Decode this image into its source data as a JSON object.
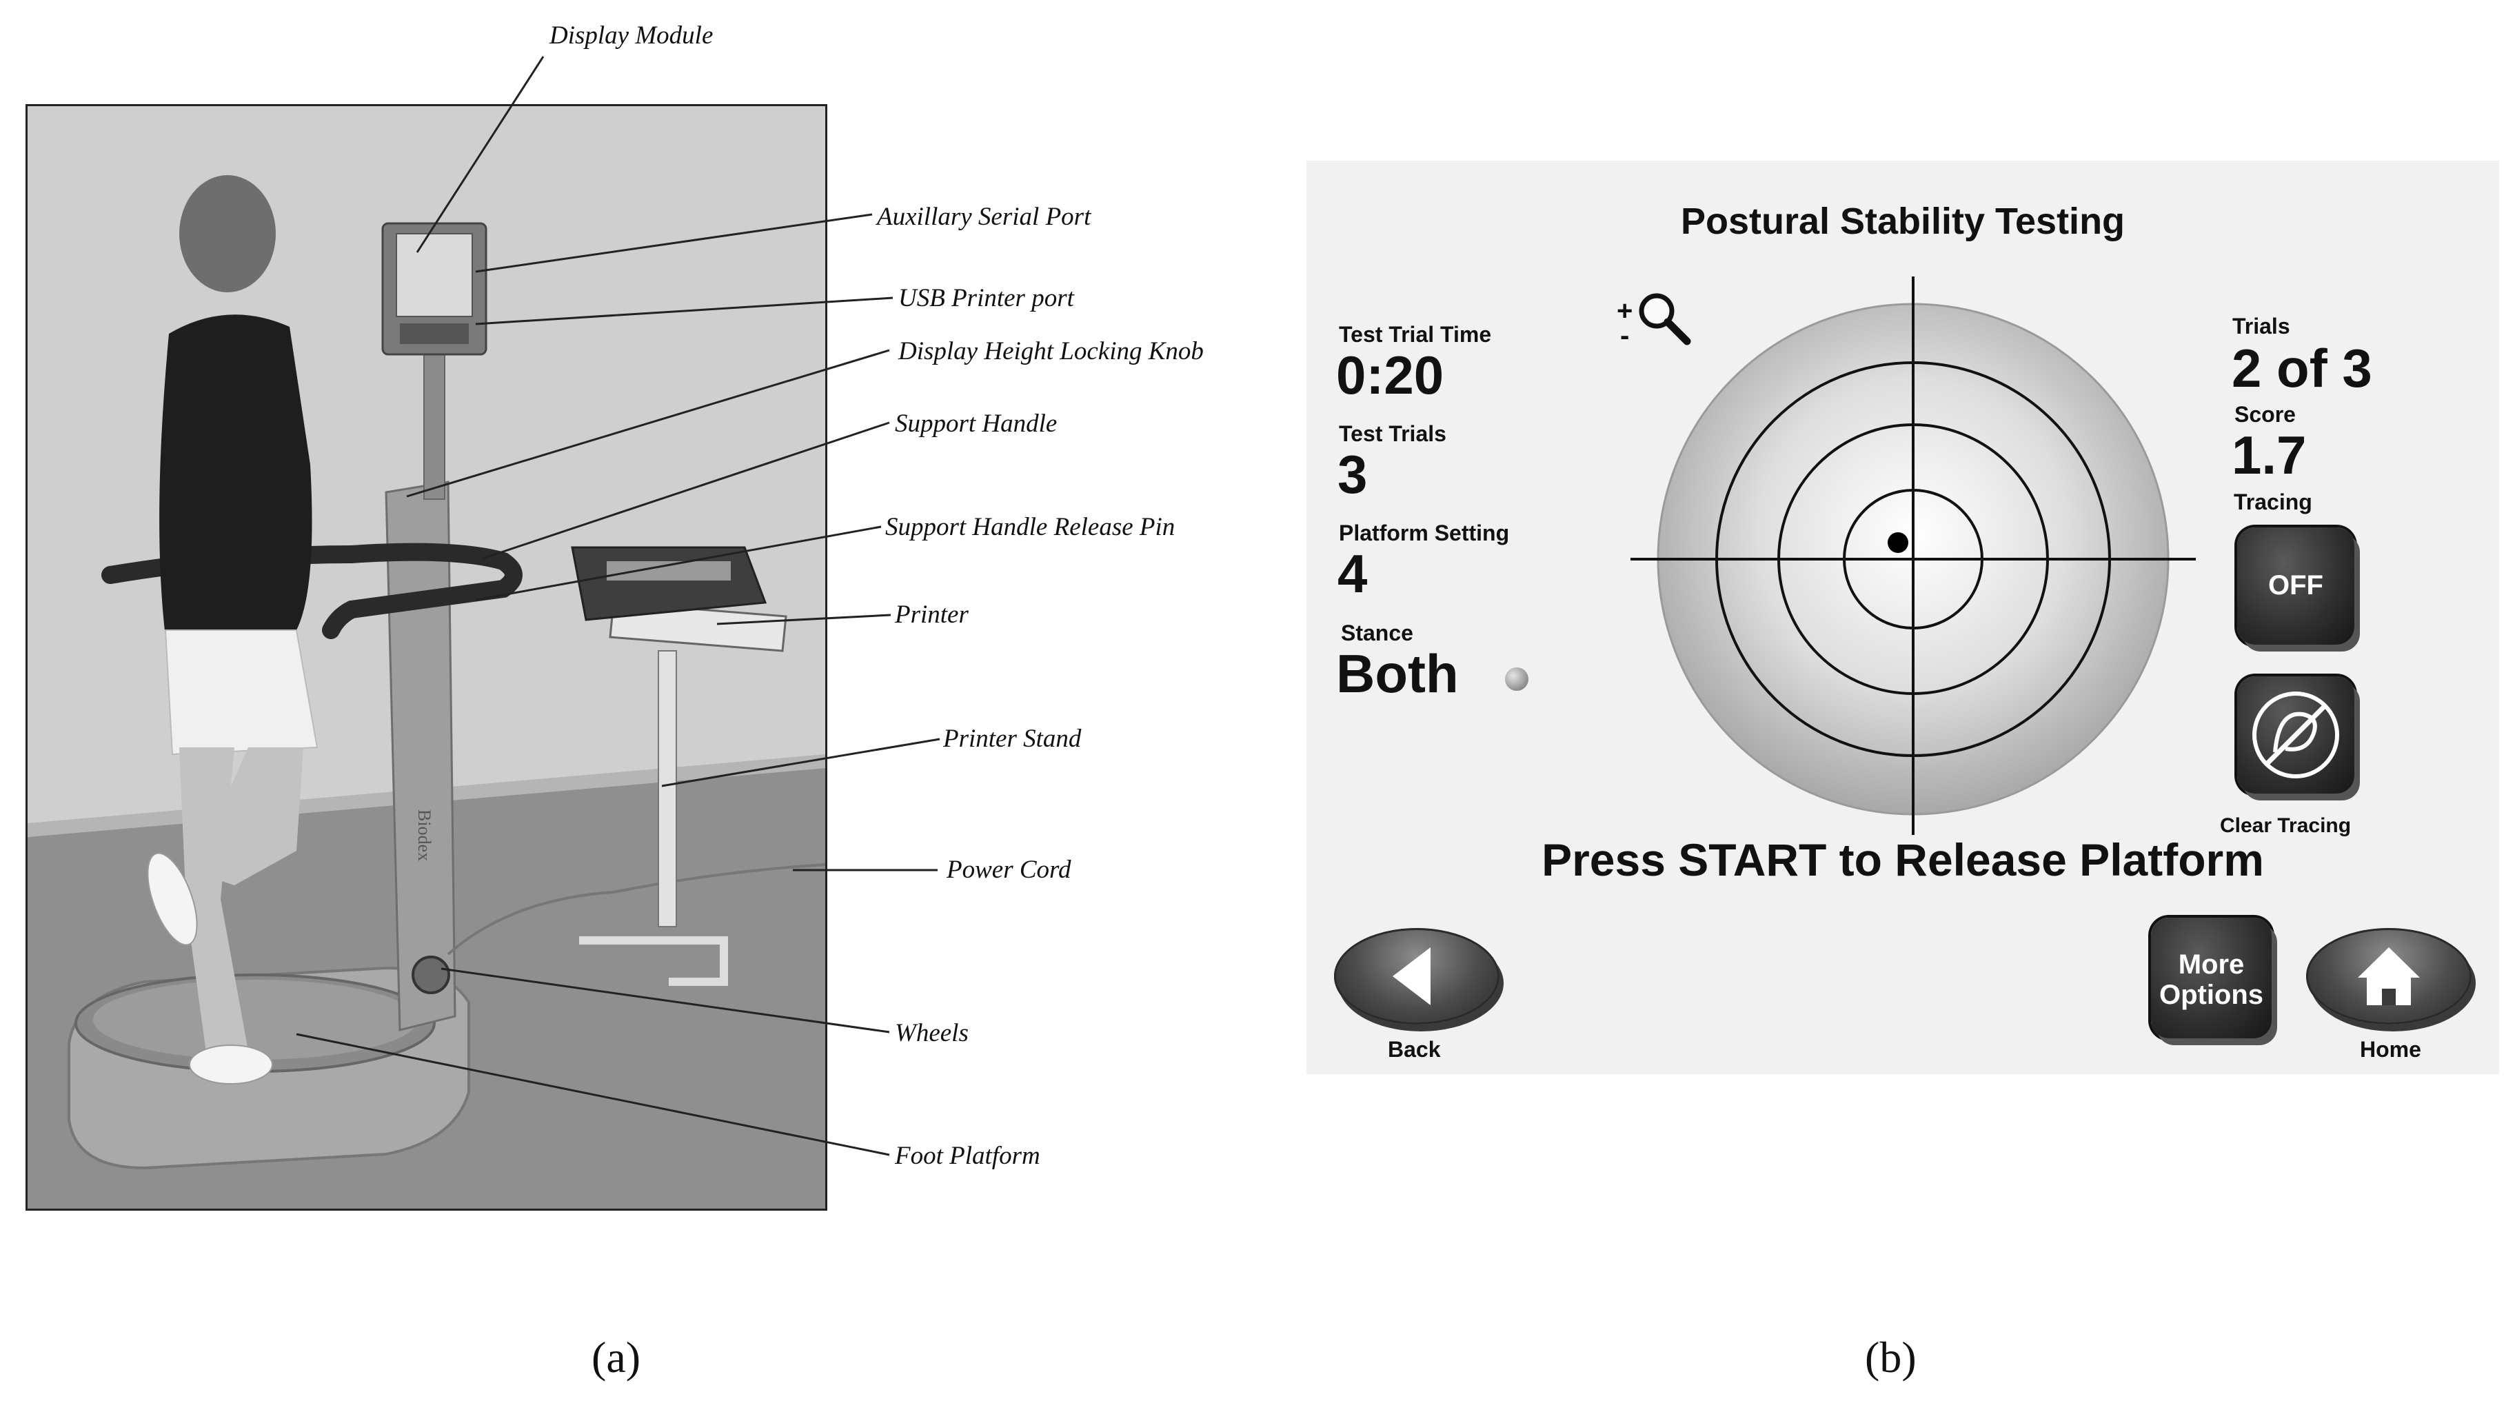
{
  "panel_a": {
    "callouts": [
      "Display Module",
      "Auxillary Serial Port",
      "USB Printer port",
      "Display Height Locking Knob",
      "Support Handle",
      "Support Handle Release Pin",
      "Printer",
      "Printer Stand",
      "Power Cord",
      "Wheels",
      "Foot Platform"
    ],
    "device_brand": "Biodex",
    "caption": "(a)"
  },
  "panel_b": {
    "title": "Postural Stability Testing",
    "test_trial_time_label": "Test Trial Time",
    "test_trial_time_value": "0:20",
    "test_trials_label": "Test Trials",
    "test_trials_value": "3",
    "platform_setting_label": "Platform Setting",
    "platform_setting_value": "4",
    "stance_label": "Stance",
    "stance_value": "Both",
    "zoom_plus": "+",
    "zoom_minus": "-",
    "trials_label": "Trials",
    "trials_value": "2 of 3",
    "score_label": "Score",
    "score_value": "1.7",
    "tracing_label": "Tracing",
    "tracing_button": "OFF",
    "clear_tracing_label": "Clear Tracing",
    "message": "Press START to Release Platform",
    "back_label": "Back",
    "more_options_line1": "More",
    "more_options_line2": "Options",
    "home_label": "Home",
    "caption": "(b)"
  }
}
